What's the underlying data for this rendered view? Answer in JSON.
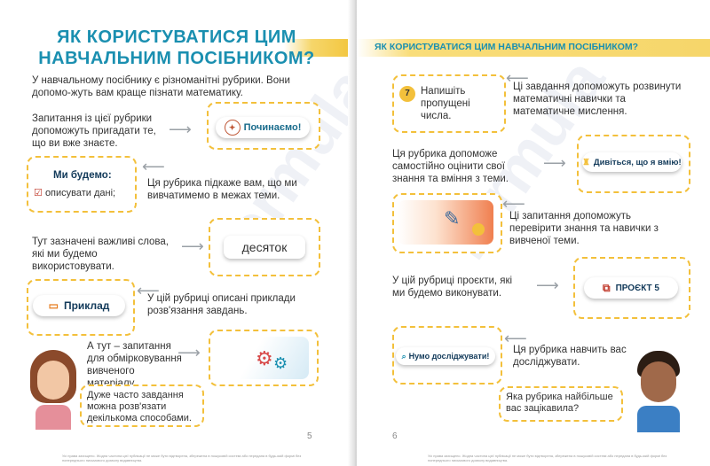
{
  "left": {
    "title_line1": "ЯК КОРИСТУВАТИСЯ ЦИМ",
    "title_line2": "НАВЧАЛЬНИМ ПОСІБНИКОМ?",
    "intro": "У навчальному посібнику є різноманітні рубрики. Вони допомо-жуть вам краще пізнати математику.",
    "q1_text": "Запитання із цієї рубрики допоможуть пригадати те, що ви вже знаєте.",
    "start_label": "Починаємо!",
    "will_title": "Ми будемо:",
    "will_item": "описувати дані;",
    "will_text": "Ця рубрика підкаже вам, що ми вивчатимемо в межах теми.",
    "keywords_text": "Тут зазначені важливі слова, які ми будемо використовувати.",
    "keyword_label": "десяток",
    "example_label": "Приклад",
    "example_text": "У цій рубриці описані приклади розв'язання завдань.",
    "discuss_text": "А тут – запитання для обмірковування вивченого матеріалу.",
    "girl_speech": "Дуже часто завдання можна розв'язати декількома способами.",
    "page_number": "5",
    "footer": "Усі права захищено. Жодна частина цієї публікації не може бути відтворена, збережена в пошуковій системі або передана в будь-якій формі без попереднього письмового дозволу видавництва."
  },
  "right": {
    "header": "ЯК КОРИСТУВАТИСЯ ЦИМ НАВЧАЛЬНИМ ПОСІБНИКОМ?",
    "task_number": "7",
    "task_text": "Напишіть пропущені числа.",
    "task_desc": "Ці завдання допоможуть розвинути математичні навички та математичне мислення.",
    "selfcheck_text": "Ця рубрика допоможе самостійно оцінити свої знання та вміння з теми.",
    "selfcheck_label": "Дивіться, що я вмію!",
    "check_text": "Ці запитання допоможуть перевірити знання та навички з вивченої теми.",
    "project_text": "У цій рубриці проєкти, які ми будемо виконувати.",
    "project_label": "ПРОЄКТ 5",
    "explore_label": "Нумо досліджувати!",
    "explore_text": "Ця рубрика навчить вас досліджувати.",
    "boy_speech": "Яка рубрика найбільше вас зацікавила?",
    "page_number": "6",
    "footer": "Усі права захищено. Жодна частина цієї публікації не може бути відтворена, збережена в пошуковій системі або передана в будь-якій формі без попереднього письмового дозволу видавництва."
  },
  "colors": {
    "title": "#1a8fb0",
    "dash": "#f3c03b",
    "accent": "#c0392b"
  }
}
